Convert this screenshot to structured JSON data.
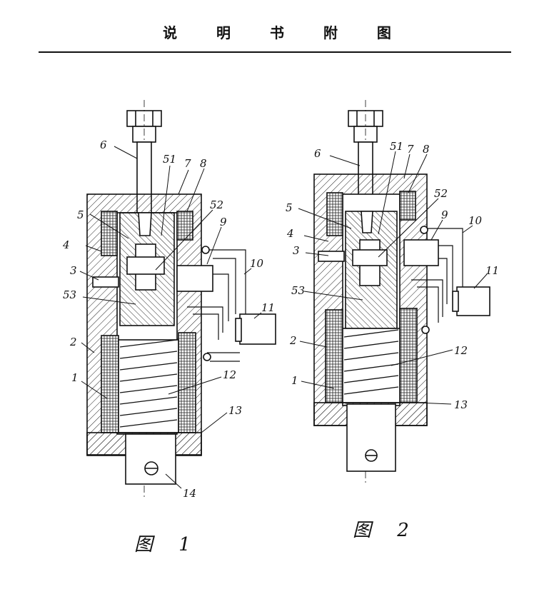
{
  "header": {
    "title": "说 明 书 附 图"
  },
  "figure1": {
    "caption": "图 1",
    "labels": {
      "l1": "1",
      "l2": "2",
      "l3": "3",
      "l4": "4",
      "l5": "5",
      "l6": "6",
      "l7": "7",
      "l8": "8",
      "l9": "9",
      "l10": "10",
      "l11": "11",
      "l12": "12",
      "l13": "13",
      "l14": "14",
      "l51": "51",
      "l52": "52",
      "l53": "53"
    }
  },
  "figure2": {
    "caption": "图 2",
    "labels": {
      "l1": "1",
      "l2": "2",
      "l3": "3",
      "l4": "4",
      "l5": "5",
      "l6": "6",
      "l7": "7",
      "l8": "8",
      "l9": "9",
      "l10": "10",
      "l11": "11",
      "l12": "12",
      "l13": "13",
      "l51": "51",
      "l52": "52",
      "l53": "53"
    }
  }
}
